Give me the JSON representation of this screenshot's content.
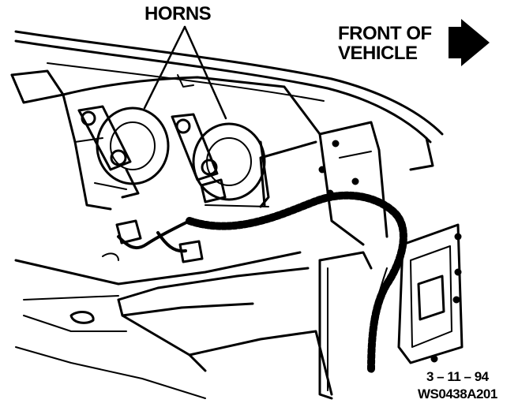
{
  "labels": {
    "horns": "HORNS",
    "front_line1": "FRONT OF",
    "front_line2": "VEHICLE",
    "date_code": "3 – 11 – 94",
    "figure_code": "WS0438A201"
  },
  "colors": {
    "ink": "#000000",
    "paper": "#ffffff"
  },
  "icons": {
    "direction": "arrow-right-icon"
  }
}
